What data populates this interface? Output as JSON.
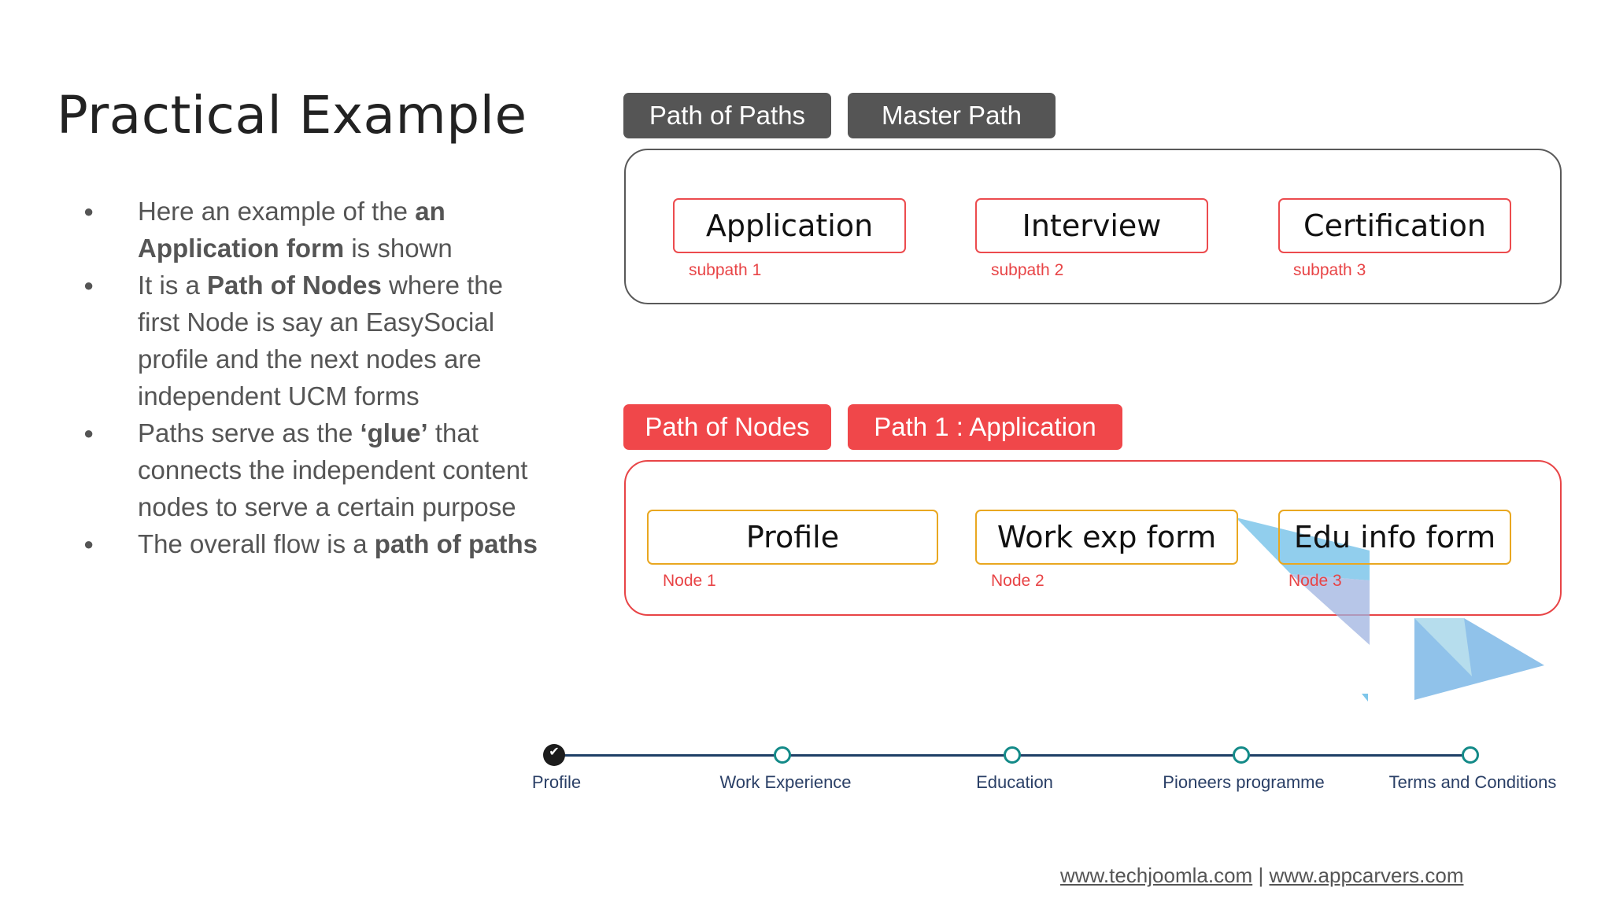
{
  "title": "Practical Example",
  "bullets": [
    {
      "parts": [
        {
          "t": "Here an example of the "
        },
        {
          "t": "an Application form",
          "b": true
        },
        {
          "t": " is shown"
        }
      ]
    },
    {
      "parts": [
        {
          "t": "It is a "
        },
        {
          "t": "Path of Nodes",
          "b": true
        },
        {
          "t": " where the first Node is say an EasySocial profile and the next nodes are independent UCM forms"
        }
      ]
    },
    {
      "parts": [
        {
          "t": "Paths serve as the "
        },
        {
          "t": "‘glue’",
          "b": true
        },
        {
          "t": " that connects the independent content nodes to serve a certain purpose"
        }
      ]
    },
    {
      "parts": [
        {
          "t": "The overall flow is a "
        },
        {
          "t": "path of paths",
          "b": true
        }
      ]
    }
  ],
  "master": {
    "tags": [
      "Path of Paths",
      "Master Path"
    ],
    "boxes": [
      {
        "label": "Application",
        "sub": "subpath 1"
      },
      {
        "label": "Interview",
        "sub": "subpath 2"
      },
      {
        "label": "Certification",
        "sub": "subpath 3"
      }
    ]
  },
  "nodes": {
    "tags": [
      "Path of Nodes",
      "Path 1 : Application"
    ],
    "boxes": [
      {
        "label": "Profile",
        "sub": "Node 1"
      },
      {
        "label": "Work exp form",
        "sub": "Node 2"
      },
      {
        "label": "Edu info form",
        "sub": "Node 3"
      }
    ]
  },
  "stepper": {
    "steps": [
      "Profile",
      "Work Experience",
      "Education",
      "Pioneers programme",
      "Terms and Conditions"
    ],
    "completed_index": 0
  },
  "footer": {
    "link1": "www.techjoomla.com",
    "separator": "|",
    "link2": "www.appcarvers.com"
  },
  "colors": {
    "accent_red": "#f0474a",
    "dark_tag": "#555555",
    "node_border": "#e9a720",
    "step_teal": "#138a88"
  }
}
